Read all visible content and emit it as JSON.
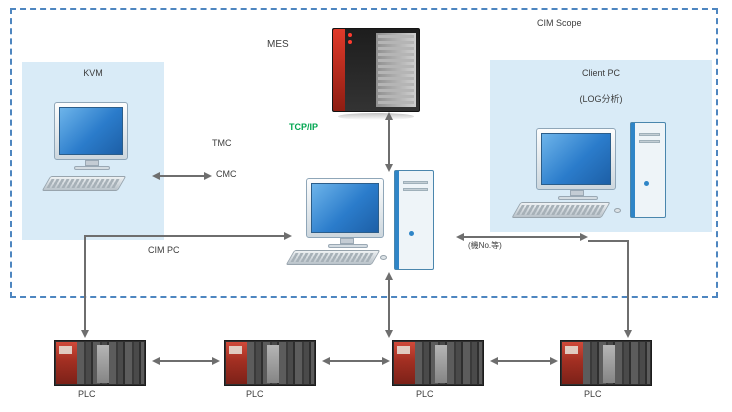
{
  "scope_label": "CIM Scope",
  "labels": {
    "mes": "MES",
    "tcpip": "TCP/IP",
    "kvm": "KVM",
    "client_pc": "Client PC",
    "client_pc_sub": "(LOG分析)",
    "cim_pc": "CIM PC",
    "tmc": "TMC",
    "cmc": "CMC",
    "client_link": "(機No.等)"
  },
  "plc": {
    "items": [
      {
        "label": "PLC"
      },
      {
        "label": "PLC"
      },
      {
        "label": "PLC"
      },
      {
        "label": "PLC"
      }
    ]
  },
  "colors": {
    "scope_border": "#4e86c0",
    "panel_bg": "#d9ebf7",
    "tcpip_green": "#00a650",
    "arrow_gray": "#6e6e6e",
    "server_red": "#cc1111",
    "plc_red": "#a22f22",
    "screen_blue": "#2b7ccb"
  }
}
